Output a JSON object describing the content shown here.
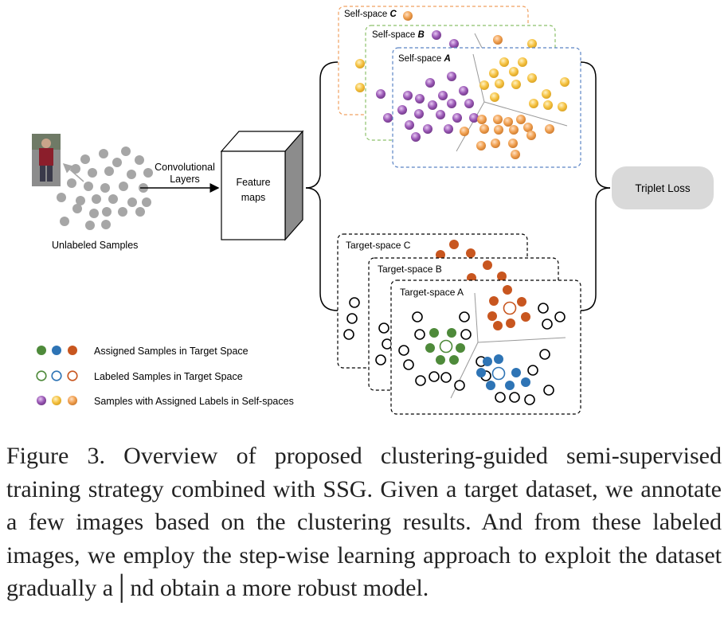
{
  "colors": {
    "gray_sample": "#a6a6a6",
    "orange_border": "#f0a060",
    "green_border": "#8cc06a",
    "blue_border": "#5b84c4",
    "purple": "#9b59b6",
    "yellow": "#f5c242",
    "orange": "#f0a050",
    "green_dot": "#4e8a3a",
    "blue_dot": "#2e74b5",
    "red_dot": "#c8561f",
    "loss_box": "#d9d9d9"
  },
  "input": {
    "label": "Unlabeled Samples",
    "arrow_label_line1": "Convolutional",
    "arrow_label_line2": "Layers"
  },
  "feature_box": {
    "line1": "Feature",
    "line2": "maps"
  },
  "self_spaces": {
    "c_prefix": "Self-space ",
    "c_letter": "C",
    "b_prefix": "Self-space ",
    "b_letter": "B",
    "a_prefix": "Self-space ",
    "a_letter": "A"
  },
  "target_spaces": {
    "c": "Target-space C",
    "b": "Target-space B",
    "a": "Target-space A"
  },
  "loss": {
    "label": "Triplet Loss"
  },
  "legend": {
    "assigned": "Assigned Samples in Target Space",
    "labeled": "Labeled Samples in Target Space",
    "self": "Samples with Assigned Labels in Self-spaces"
  },
  "caption": "Figure 3. Overview of proposed clustering-guided semi-supervised training strategy combined with SSG. Given a target dataset, we annotate a few images based on the clustering results. And from these labeled images, we employ the step-wise learning approach to exploit the dataset gradually a│nd obtain a more robust model."
}
